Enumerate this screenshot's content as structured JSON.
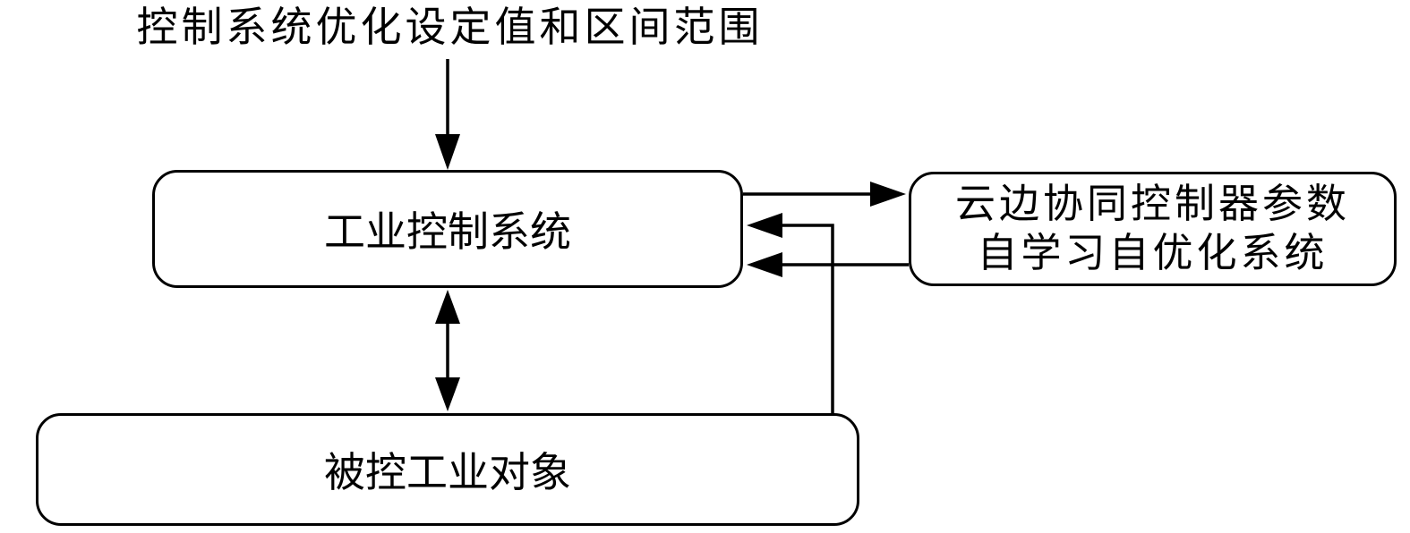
{
  "diagram": {
    "top_label": "控制系统优化设定值和区间范围",
    "nodes": {
      "industrial_control_system": {
        "label": "工业控制系统"
      },
      "cloud_edge_optimizer": {
        "label_line1": "云边协同控制器参数",
        "label_line2": "自学习自优化系统"
      },
      "controlled_object": {
        "label": "被控工业对象"
      }
    },
    "connections": {
      "setpoint_to_control": "top-label -> industrial_control_system",
      "control_to_optimizer": "industrial_control_system -> cloud_edge_optimizer",
      "optimizer_to_control": "cloud_edge_optimizer -> industrial_control_system",
      "object_feedback_to_control": "controlled_object -> industrial_control_system",
      "control_object_bidirectional": "industrial_control_system <-> controlled_object"
    },
    "colors": {
      "stroke": "#000000",
      "background": "#ffffff",
      "text": "#000000"
    }
  }
}
